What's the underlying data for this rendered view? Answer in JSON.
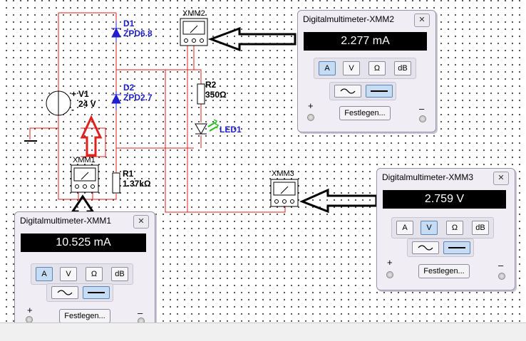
{
  "schematic": {
    "V1": {
      "name": "V1",
      "value": "24 V",
      "plus": "+",
      "minus": "-"
    },
    "D1": {
      "name": "D1",
      "value": "ZPD6.8"
    },
    "D2": {
      "name": "D2",
      "value": "ZPD2.7"
    },
    "R1": {
      "name": "R1",
      "value": "1.37kΩ"
    },
    "R2": {
      "name": "R2",
      "value": "350Ω"
    },
    "LED1": {
      "name": "LED1"
    },
    "XMM1": {
      "name": "XMM1"
    },
    "XMM2": {
      "name": "XMM2"
    },
    "XMM3": {
      "name": "XMM3"
    },
    "colors": {
      "wire_red": "#e0201c",
      "wire_blue": "#1f1fd0",
      "led_green": "#22c020",
      "arrow_red": "#e0201c"
    }
  },
  "multimeters": [
    {
      "title": "Digitalmultimeter-XMM1",
      "display": "10.525 mA",
      "buttons": [
        "A",
        "V",
        "Ω",
        "dB"
      ],
      "active": "A",
      "close": "✕",
      "set_label": "Festlegen...",
      "plus": "+",
      "minus": "–"
    },
    {
      "title": "Digitalmultimeter-XMM2",
      "display": "2.277 mA",
      "buttons": [
        "A",
        "V",
        "Ω",
        "dB"
      ],
      "active": "A",
      "close": "✕",
      "set_label": "Festlegen...",
      "plus": "+",
      "minus": "–"
    },
    {
      "title": "Digitalmultimeter-XMM3",
      "display": "2.759 V",
      "buttons": [
        "A",
        "V",
        "Ω",
        "dB"
      ],
      "active": "V",
      "close": "✕",
      "set_label": "Festlegen...",
      "plus": "+",
      "minus": "–"
    }
  ]
}
